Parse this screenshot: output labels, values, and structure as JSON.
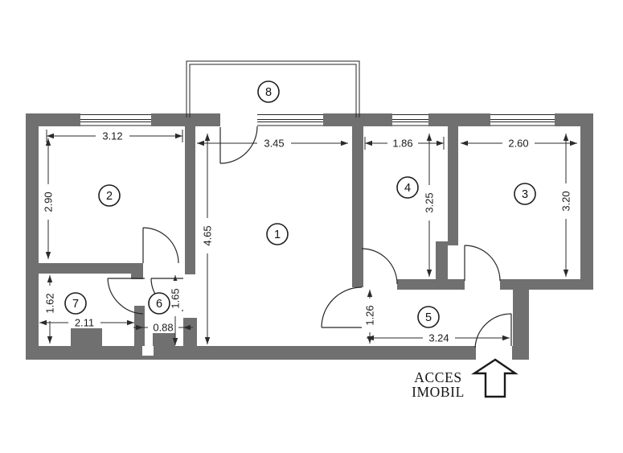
{
  "colors": {
    "wall": "#707070",
    "line": "#262626",
    "paper": "#ffffff"
  },
  "plan": {
    "entrance": {
      "line1": "ACCES",
      "line2": "IMOBIL",
      "arrow_direction": "up"
    },
    "rooms": [
      {
        "number": "1",
        "width": "3.45",
        "height": "4.65"
      },
      {
        "number": "2",
        "width": "3.12",
        "height": "2.90"
      },
      {
        "number": "3",
        "width": "2.60",
        "height": "3.20"
      },
      {
        "number": "4",
        "width": "1.86",
        "height": "3.25"
      },
      {
        "number": "5",
        "width": "3.24",
        "height": "1.26"
      },
      {
        "number": "6",
        "width": "0.88",
        "height": "1.65"
      },
      {
        "number": "7",
        "width": "2.11",
        "height": "1.62"
      },
      {
        "number": "8",
        "width": "",
        "height": ""
      }
    ]
  }
}
